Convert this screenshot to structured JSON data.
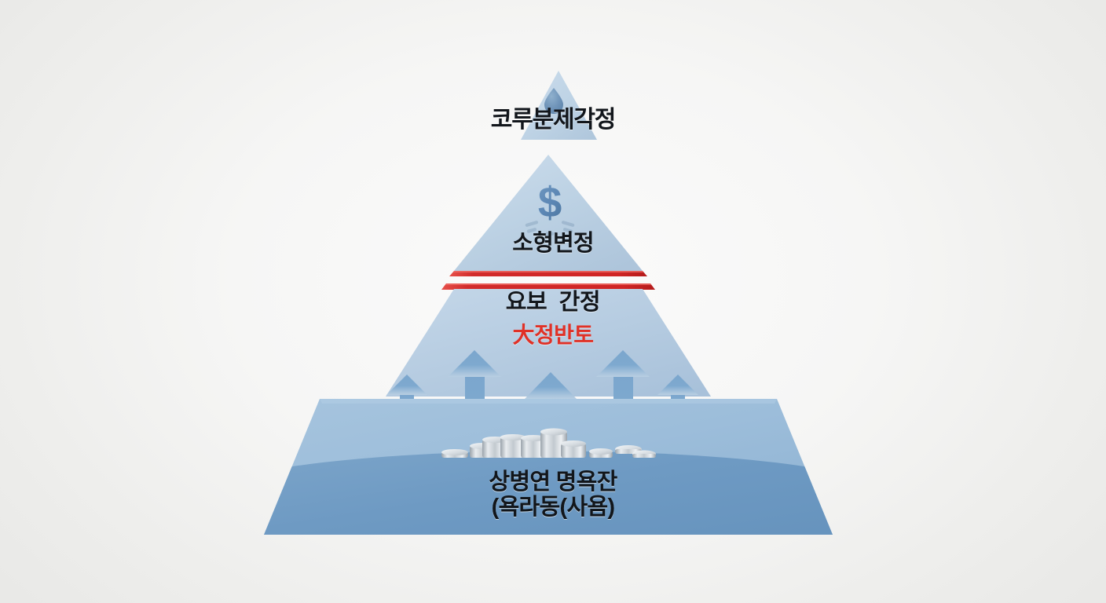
{
  "diagram": {
    "type": "pyramid",
    "title": "",
    "background_color": "#f4f4f3",
    "tier_count": 4,
    "tiers": [
      {
        "index": 1,
        "position": "apex",
        "label": "코루분제각정",
        "label_color": "#12161b",
        "fill_color": "#bcd2e6",
        "icon": "water-droplet-icon",
        "icon_color": "#6e93b8"
      },
      {
        "index": 2,
        "position": "upper-middle",
        "label": "소형변정",
        "label_color": "#12161b",
        "fill_color": "#bdd2e4",
        "icon": "dollar-sign-icon",
        "icon_color": "#5b86b4"
      },
      {
        "index": 3,
        "position": "lower-middle",
        "label": "요보  간정",
        "sub_label": "大정반토",
        "label_color": "#12161b",
        "sub_label_color": "#e03127",
        "fill_color": "#b7cde2",
        "icon": "up-arrows-icon"
      },
      {
        "index": 4,
        "position": "base",
        "label": "상병연 명욕잔",
        "sub_label": "(욕라동(사욤)",
        "label_color": "#12161b",
        "fill_color_top": "#9cbdda",
        "fill_color_bottom": "#6e9ac3",
        "icon": "coin-stacks-icon",
        "icon_color": "#c9cfd4"
      }
    ],
    "dividers": [
      {
        "name": "red-divider-upper",
        "color": "#d12b2b"
      },
      {
        "name": "red-divider-lower",
        "color": "#d12b2b"
      }
    ],
    "arrows": {
      "name": "growth-arrows",
      "count": 5,
      "color": "#6d9cc8",
      "direction": "up"
    },
    "coins": {
      "name": "coin-stacks",
      "stack_count": 9,
      "color": "#c8ced3"
    }
  }
}
